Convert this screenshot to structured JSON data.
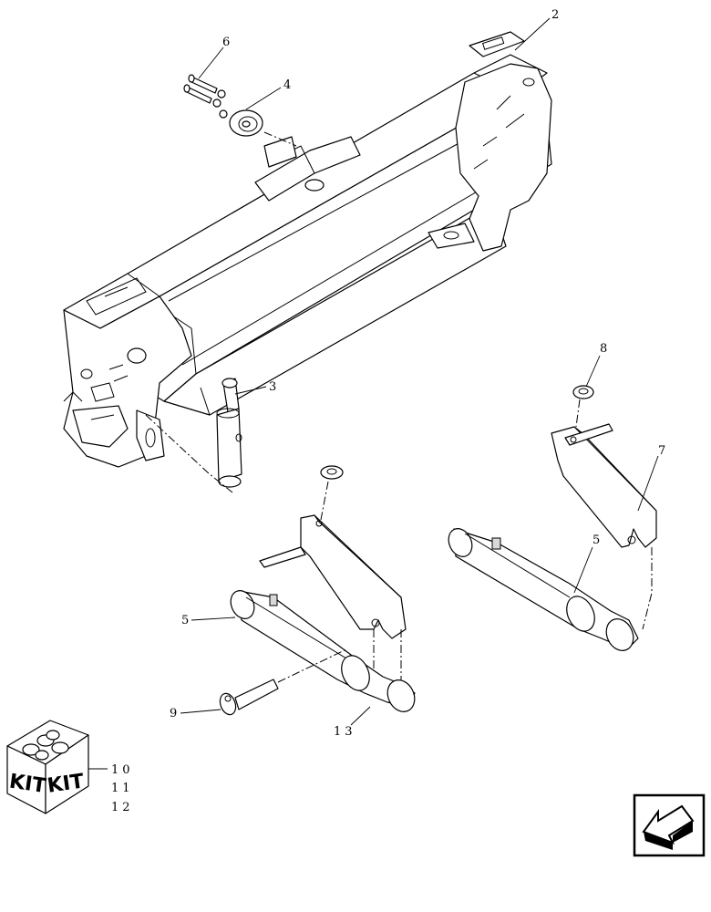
{
  "callouts": {
    "c2": "2",
    "c3": "3",
    "c4": "4",
    "c5a": "5",
    "c5b": "5",
    "c6": "6",
    "c7": "7",
    "c8": "8",
    "c9": "9",
    "c10": "10",
    "c11": "11",
    "c12": "12",
    "c13": "13"
  },
  "kit": {
    "label_left": "KIT",
    "label_right": "KIT"
  },
  "nav_icon": "arrow-icon",
  "colors": {
    "line": "#000000",
    "background": "#ffffff"
  }
}
